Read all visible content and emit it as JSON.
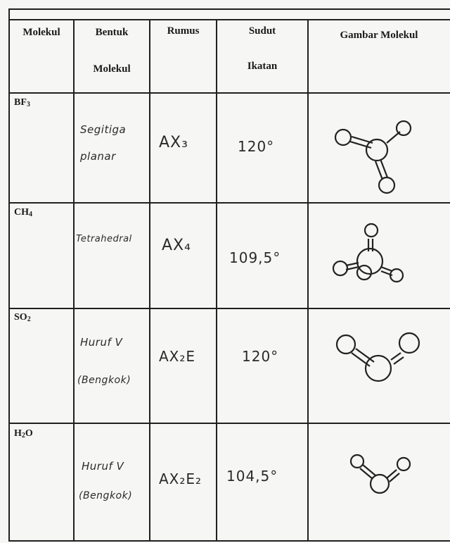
{
  "table": {
    "headers": {
      "molekul": "Molekul",
      "bentuk_line1": "Bentuk",
      "bentuk_line2": "Molekul",
      "rumus": "Rumus",
      "sudut_line1": "Sudut",
      "sudut_line2": "Ikatan",
      "gambar": "Gambar Molekul"
    },
    "rows": [
      {
        "molekul_main": "BF",
        "molekul_sub": "3",
        "bentuk_line1": "Segitiga",
        "bentuk_line2": "planar",
        "rumus": "AX₃",
        "sudut": "120°",
        "gambar_icon": "trigonal-planar-molecule-icon"
      },
      {
        "molekul_main": "CH",
        "molekul_sub": "4",
        "bentuk_line1": "Tetrahedral",
        "bentuk_line2": "",
        "rumus": "AX₄",
        "sudut": "109,5°",
        "gambar_icon": "tetrahedral-molecule-icon"
      },
      {
        "molekul_main": "SO",
        "molekul_sub": "2",
        "bentuk_line1": "Huruf V",
        "bentuk_line2": "(Bengkok)",
        "rumus": "AX₂E",
        "sudut": "120°",
        "gambar_icon": "bent-molecule-icon"
      },
      {
        "molekul_main": "H",
        "molekul_sub": "2",
        "molekul_tail": "O",
        "bentuk_line1": "Huruf V",
        "bentuk_line2": "(Bengkok)",
        "rumus": "AX₂E₂",
        "sudut": "104,5°",
        "gambar_icon": "bent-molecule-icon"
      }
    ]
  }
}
